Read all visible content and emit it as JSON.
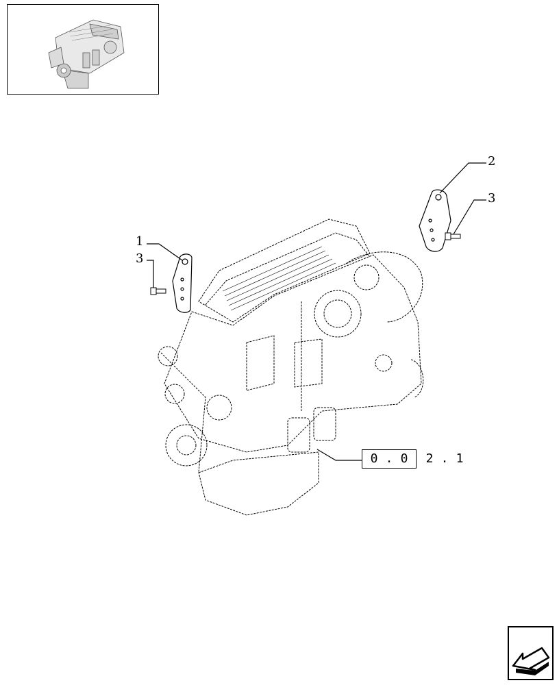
{
  "callouts": {
    "part_1": "1",
    "part_2": "2",
    "part_3_left": "3",
    "part_3_right": "3"
  },
  "reference": {
    "boxed": [
      "0",
      ".",
      "0"
    ],
    "rest": [
      "2",
      ".",
      "1"
    ]
  },
  "icons": {
    "thumbnail": "engine-thumbnail",
    "navigation": "arrow-down-left-icon"
  }
}
